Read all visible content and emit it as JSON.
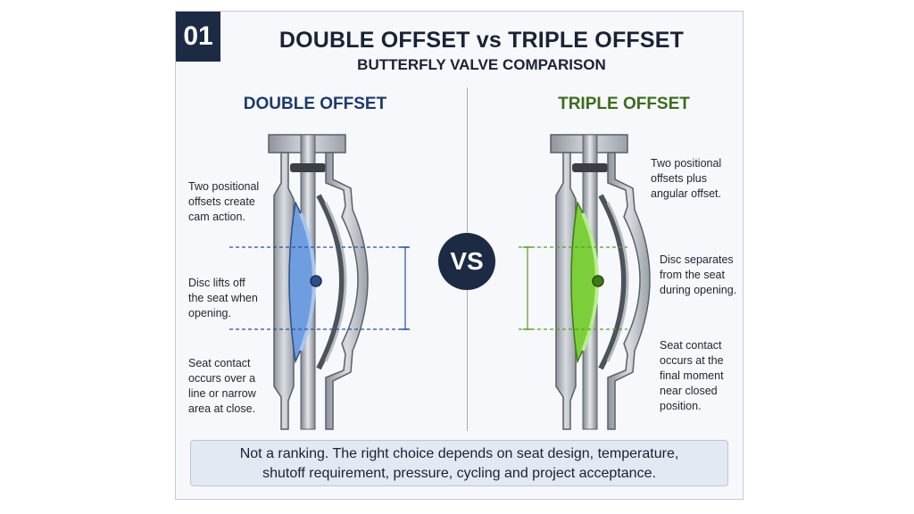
{
  "badge_number": "01",
  "title": "DOUBLE OFFSET vs TRIPLE OFFSET",
  "subtitle": "BUTTERFLY VALVE COMPARISON",
  "left": {
    "heading": "DOUBLE OFFSET",
    "heading_color": "#1f3a6a",
    "disc_color": "#6f9ee0",
    "notes": [
      [
        "Two positional",
        "offsets create",
        "cam action."
      ],
      [
        "Disc lifts off",
        "the seat when",
        "opening."
      ],
      [
        "Seat contact",
        "occurs over a",
        "line or narrow",
        "area at close."
      ]
    ]
  },
  "vs_label": "VS",
  "right": {
    "heading": "TRIPLE OFFSET",
    "heading_color": "#3d6b1e",
    "disc_color": "#7ccf3a",
    "notes": [
      [
        "Two positional",
        "offsets plus",
        "angular offset."
      ],
      [
        "Disc separates",
        "from the seat",
        "during opening."
      ],
      [
        "Seat contact",
        "occurs at the",
        "final moment",
        "near closed",
        "position."
      ]
    ]
  },
  "footer": {
    "line1": "Not a ranking. The right choice depends on seat design, temperature,",
    "line2": "shutoff requirement, pressure, cycling and project acceptance."
  }
}
